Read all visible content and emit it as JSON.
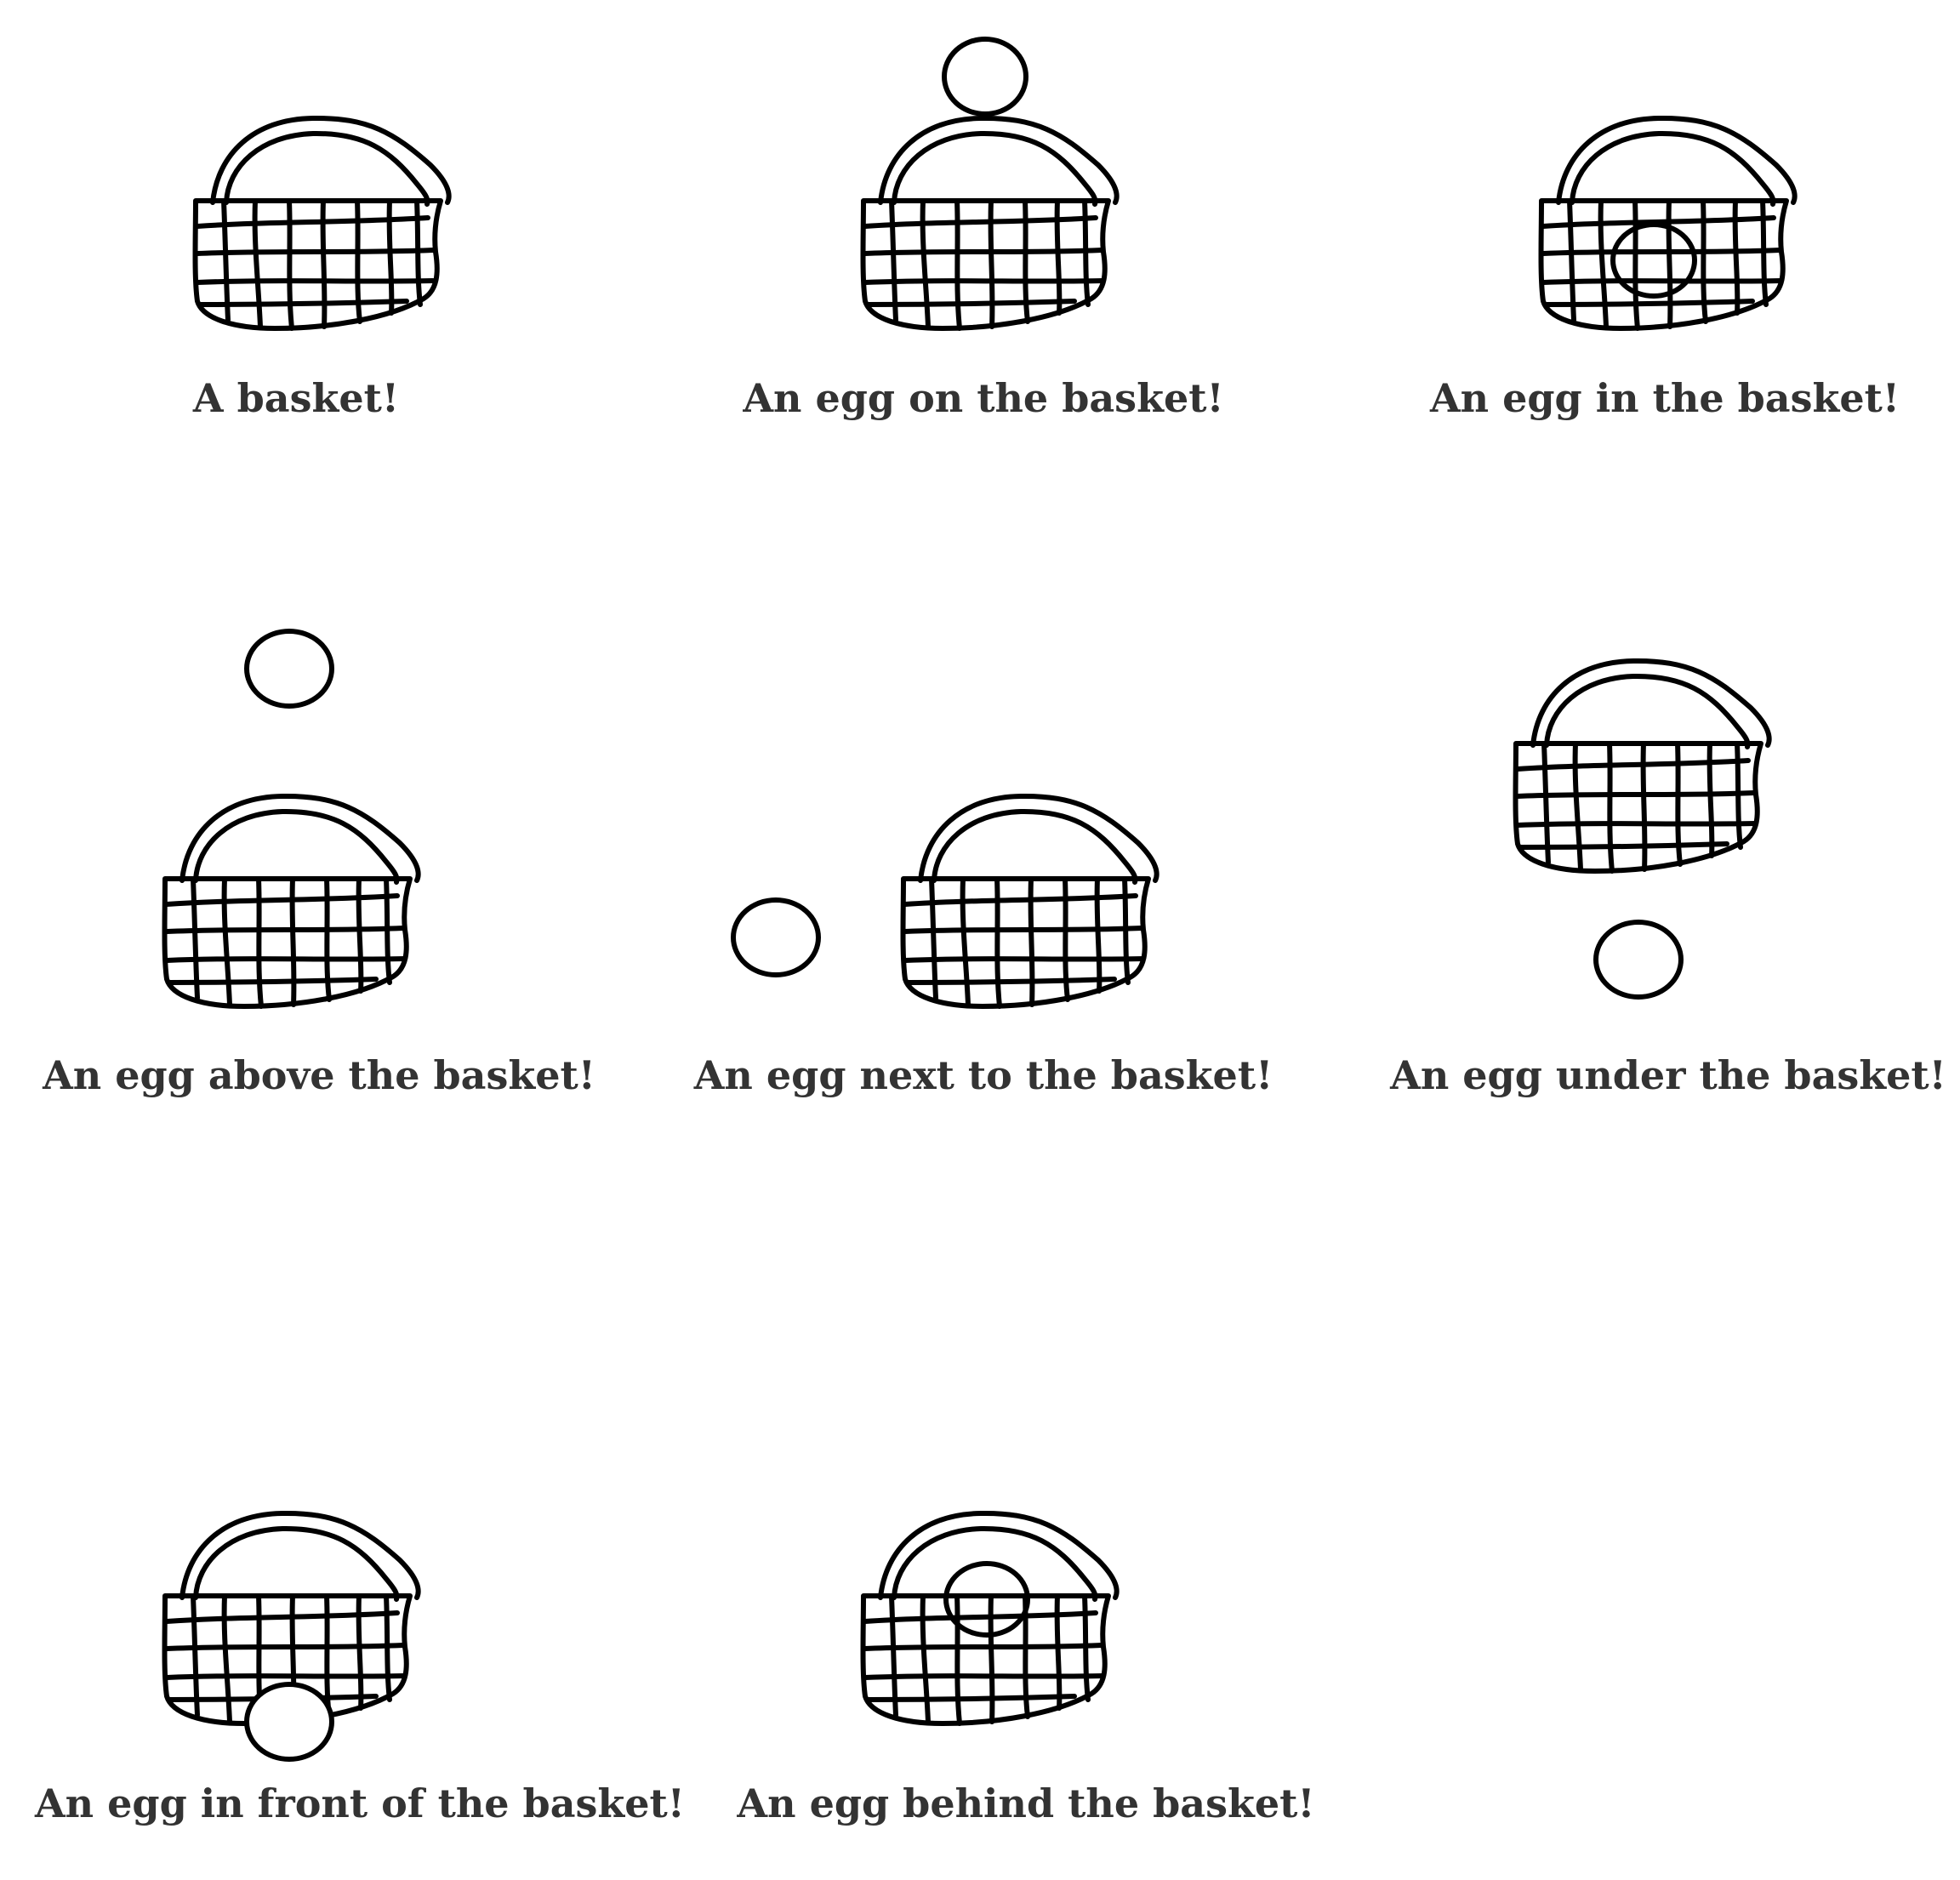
{
  "colors": {
    "ink": "#000000",
    "caption": "#333333",
    "background": "#ffffff"
  },
  "panels": [
    {
      "caption": "A basket!",
      "egg": "none"
    },
    {
      "caption": "An egg on the basket!",
      "egg": "on"
    },
    {
      "caption": "An egg in the basket!",
      "egg": "in"
    },
    {
      "caption": "An egg above the basket!",
      "egg": "above"
    },
    {
      "caption": "An egg next to the basket!",
      "egg": "next-to"
    },
    {
      "caption": "An egg under the basket!",
      "egg": "under"
    },
    {
      "caption": "An egg in front of the basket!",
      "egg": "in-front"
    },
    {
      "caption": "An egg behind the basket!",
      "egg": "behind"
    }
  ]
}
